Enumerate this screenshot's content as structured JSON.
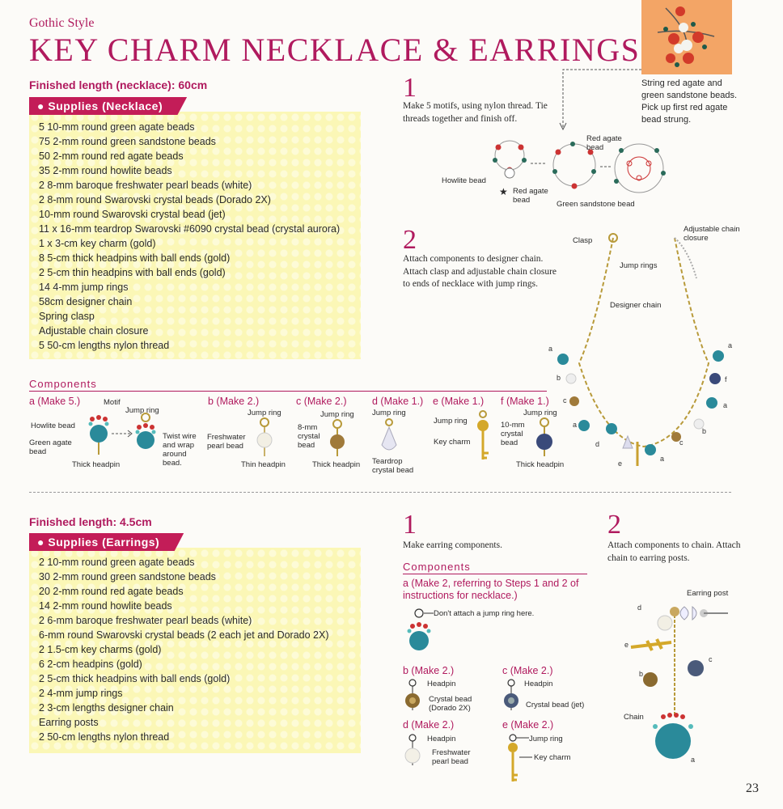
{
  "header": {
    "style_label": "Gothic Style",
    "title": "KEY CHARM NECKLACE & EARRINGS"
  },
  "necklace": {
    "finished_length": "Finished length (necklace): 60cm",
    "supplies_tab": "Supplies (Necklace)",
    "supplies": [
      "5 10-mm round green agate beads",
      "75 2-mm round green sandstone beads",
      "50 2-mm round red agate beads",
      "35 2-mm round howlite beads",
      "2 8-mm baroque freshwater pearl beads (white)",
      "2 8-mm round Swarovski crystal beads (Dorado 2X)",
      "10-mm round Swarovski crystal bead (jet)",
      "11 x 16-mm teardrop Swarovski #6090 crystal bead (crystal aurora)",
      "1 x 3-cm key charm (gold)",
      "8 5-cm thick headpins with ball ends (gold)",
      "2 5-cm thin headpins with ball ends (gold)",
      "14 4-mm jump rings",
      "58cm designer chain",
      "Spring clasp",
      "Adjustable chain closure",
      "5 50-cm lengths nylon thread"
    ],
    "step1": {
      "num": "1",
      "text": "Make 5 motifs, using nylon thread. Tie threads together and finish off.",
      "photo_caption": "String red agate and green sandstone beads. Pick up first red agate bead strung.",
      "labels": {
        "howlite": "Howlite bead",
        "red_agate_top": "Red agate bead",
        "red_agate_bottom": "Red agate bead",
        "green_sandstone": "Green sandstone bead"
      }
    },
    "step2": {
      "num": "2",
      "text": "Attach components to designer chain. Attach clasp and adjustable chain closure to ends of necklace with jump rings.",
      "labels": {
        "clasp": "Clasp",
        "adjustable": "Adjustable chain closure",
        "jump_rings": "Jump rings",
        "designer_chain": "Designer chain"
      },
      "letters": [
        "a",
        "a",
        "b",
        "f",
        "c",
        "a",
        "a",
        "b",
        "d",
        "e",
        "c",
        "a"
      ]
    },
    "components": {
      "title": "Components",
      "a": {
        "head": "a (Make 5.)",
        "motif": "Motif",
        "howlite": "Howlite bead",
        "green_agate": "Green agate bead",
        "jump_ring": "Jump ring",
        "twist": "Twist wire and wrap around bead.",
        "thick": "Thick headpin"
      },
      "b": {
        "head": "b (Make 2.)",
        "jump_ring": "Jump ring",
        "pearl": "Freshwater pearl bead",
        "thin": "Thin headpin"
      },
      "c": {
        "head": "c (Make 2.)",
        "jump_ring": "Jump ring",
        "crystal": "8-mm crystal bead",
        "thick": "Thick headpin"
      },
      "d": {
        "head": "d (Make 1.)",
        "jump_ring": "Jump ring",
        "teardrop": "Teardrop crystal bead"
      },
      "e": {
        "head": "e (Make 1.)",
        "jump_ring": "Jump ring",
        "key": "Key charm"
      },
      "f": {
        "head": "f (Make 1.)",
        "jump_ring": "Jump ring",
        "crystal": "10-mm crystal bead",
        "thick": "Thick headpin"
      }
    }
  },
  "earrings": {
    "finished_length": "Finished length: 4.5cm",
    "supplies_tab": "Supplies (Earrings)",
    "supplies": [
      "2 10-mm round green agate beads",
      "30 2-mm round green sandstone beads",
      "20 2-mm round red agate beads",
      "14 2-mm round howlite beads",
      "2 6-mm baroque freshwater pearl beads (white)",
      "6-mm round Swarovski crystal beads (2 each jet and Dorado 2X)",
      "2 1.5-cm key charms (gold)",
      "6 2-cm headpins (gold)",
      "2 5-cm thick headpins with ball ends (gold)",
      "2 4-mm jump rings",
      "2 3-cm lengths designer chain",
      "Earring posts",
      "2 50-cm lengths nylon thread"
    ],
    "step1": {
      "num": "1",
      "text": "Make earring components.",
      "components_title": "Components",
      "a_head": "a (Make 2, referring to Steps 1 and 2 of instructions for necklace.)",
      "a_note": "Don't attach a jump ring here.",
      "b_head": "b (Make 2.)",
      "b_headpin": "Headpin",
      "b_crystal": "Crystal bead (Dorado 2X)",
      "c_head": "c (Make 2.)",
      "c_headpin": "Headpin",
      "c_crystal": "Crystal bead (jet)",
      "d_head": "d (Make 2.)",
      "d_headpin": "Headpin",
      "d_pearl": "Freshwater pearl bead",
      "e_head": "e (Make 2.)",
      "e_jump": "Jump ring",
      "e_key": "Key charm"
    },
    "step2": {
      "num": "2",
      "text": "Attach components to chain. Attach chain to earring posts.",
      "earring_post": "Earring post",
      "chain": "Chain",
      "letters": [
        "d",
        "e",
        "b",
        "c",
        "a"
      ]
    }
  },
  "page_number": "23",
  "colors": {
    "accent": "#b01a5e",
    "tab": "#c31d58",
    "supplies_bg": "#fbf7b6"
  }
}
